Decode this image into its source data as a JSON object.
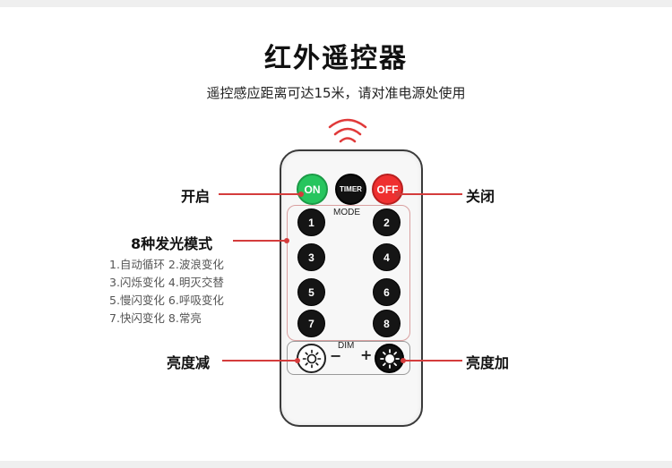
{
  "title": "红外遥控器",
  "subtitle": "遥控感应距离可达15米，请对准电源处使用",
  "remote": {
    "on_label": "ON",
    "timer_label": "TIMER",
    "off_label": "OFF",
    "mode_label": "MODE",
    "dim_label": "DIM",
    "minus_label": "−",
    "plus_label": "+",
    "mode_buttons": [
      "1",
      "2",
      "3",
      "4",
      "5",
      "6",
      "7",
      "8"
    ]
  },
  "callouts": {
    "on": "开启",
    "off": "关闭",
    "modes": "8种发光模式",
    "dim_down": "亮度减",
    "dim_up": "亮度加"
  },
  "mode_list": [
    "1.自动循环 2.波浪变化",
    "3.闪烁变化 4.明灭交替",
    "5.慢闪变化 6.呼吸变化",
    "7.快闪变化 8.常亮"
  ],
  "colors": {
    "accent_red": "#d43c3c",
    "on_green": "#27c55e",
    "off_red": "#ef3030"
  }
}
